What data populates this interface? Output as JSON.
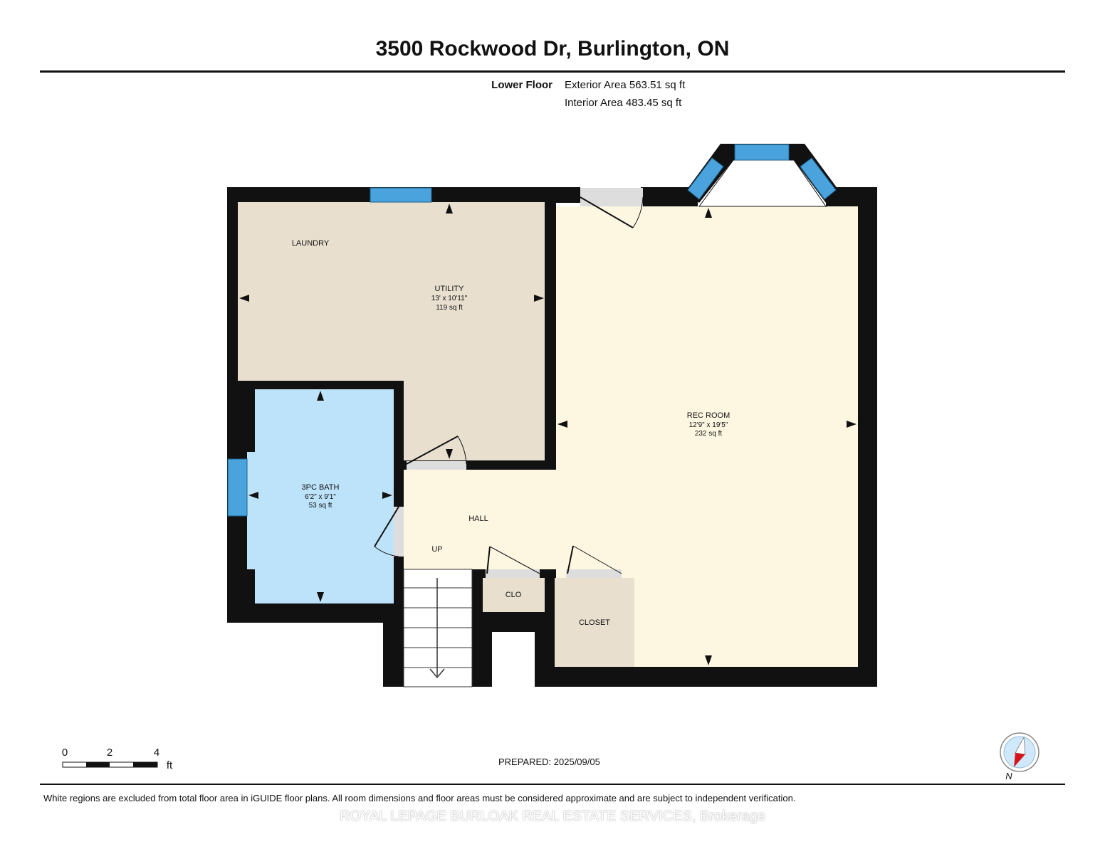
{
  "header": {
    "title": "3500 Rockwood Dr, Burlington, ON",
    "floor_name": "Lower Floor",
    "exterior_area": "Exterior Area 563.51 sq ft",
    "interior_area": "Interior Area 483.45 sq ft"
  },
  "rooms": {
    "laundry": {
      "name": "LAUNDRY"
    },
    "utility": {
      "name": "UTILITY",
      "dims": "13' x 10'11\"",
      "area": "119 sq ft"
    },
    "rec_room": {
      "name": "REC ROOM",
      "dims": "12'9\" x 19'5\"",
      "area": "232 sq ft"
    },
    "bath": {
      "name": "3PC BATH",
      "dims": "6'2\" x 9'1\"",
      "area": "53 sq ft"
    },
    "hall": {
      "name": "HALL"
    },
    "stairs": {
      "name": "UP"
    },
    "clo": {
      "name": "CLO"
    },
    "closet": {
      "name": "CLOSET"
    }
  },
  "colors": {
    "wall": "#111111",
    "utility_fill": "#e8dfcf",
    "rec_fill": "#fdf7e2",
    "bath_fill": "#bde3fa",
    "window": "#4aa3dc",
    "door_gap": "#dddddd"
  },
  "scale_bar": {
    "ticks": [
      "0",
      "2",
      "4"
    ],
    "unit": "ft"
  },
  "compass": {
    "label": "N"
  },
  "footer": {
    "prepared": "PREPARED: 2025/09/05",
    "disclaimer": "White regions are excluded from total floor area in iGUIDE floor plans. All room dimensions and floor areas must be considered approximate and are subject to independent verification.",
    "brokerage": "ROYAL LEPAGE BURLOAK REAL ESTATE SERVICES, Brokerage"
  }
}
